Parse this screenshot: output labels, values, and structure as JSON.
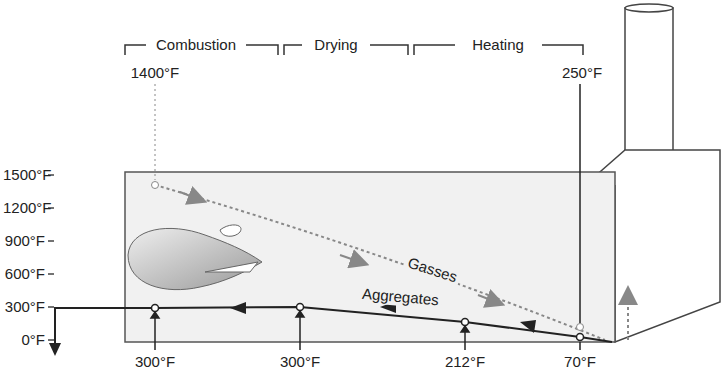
{
  "diagram": {
    "labels": [
      "Combustion",
      "Drying",
      "Heating",
      "1400°F",
      "250°F",
      "1500°F",
      "1200°F",
      "900°F",
      "600°F",
      "300°F",
      "0°F",
      "Gasses",
      "Aggregates",
      "300°F",
      "300°F",
      "212°F",
      "70°F"
    ]
  }
}
